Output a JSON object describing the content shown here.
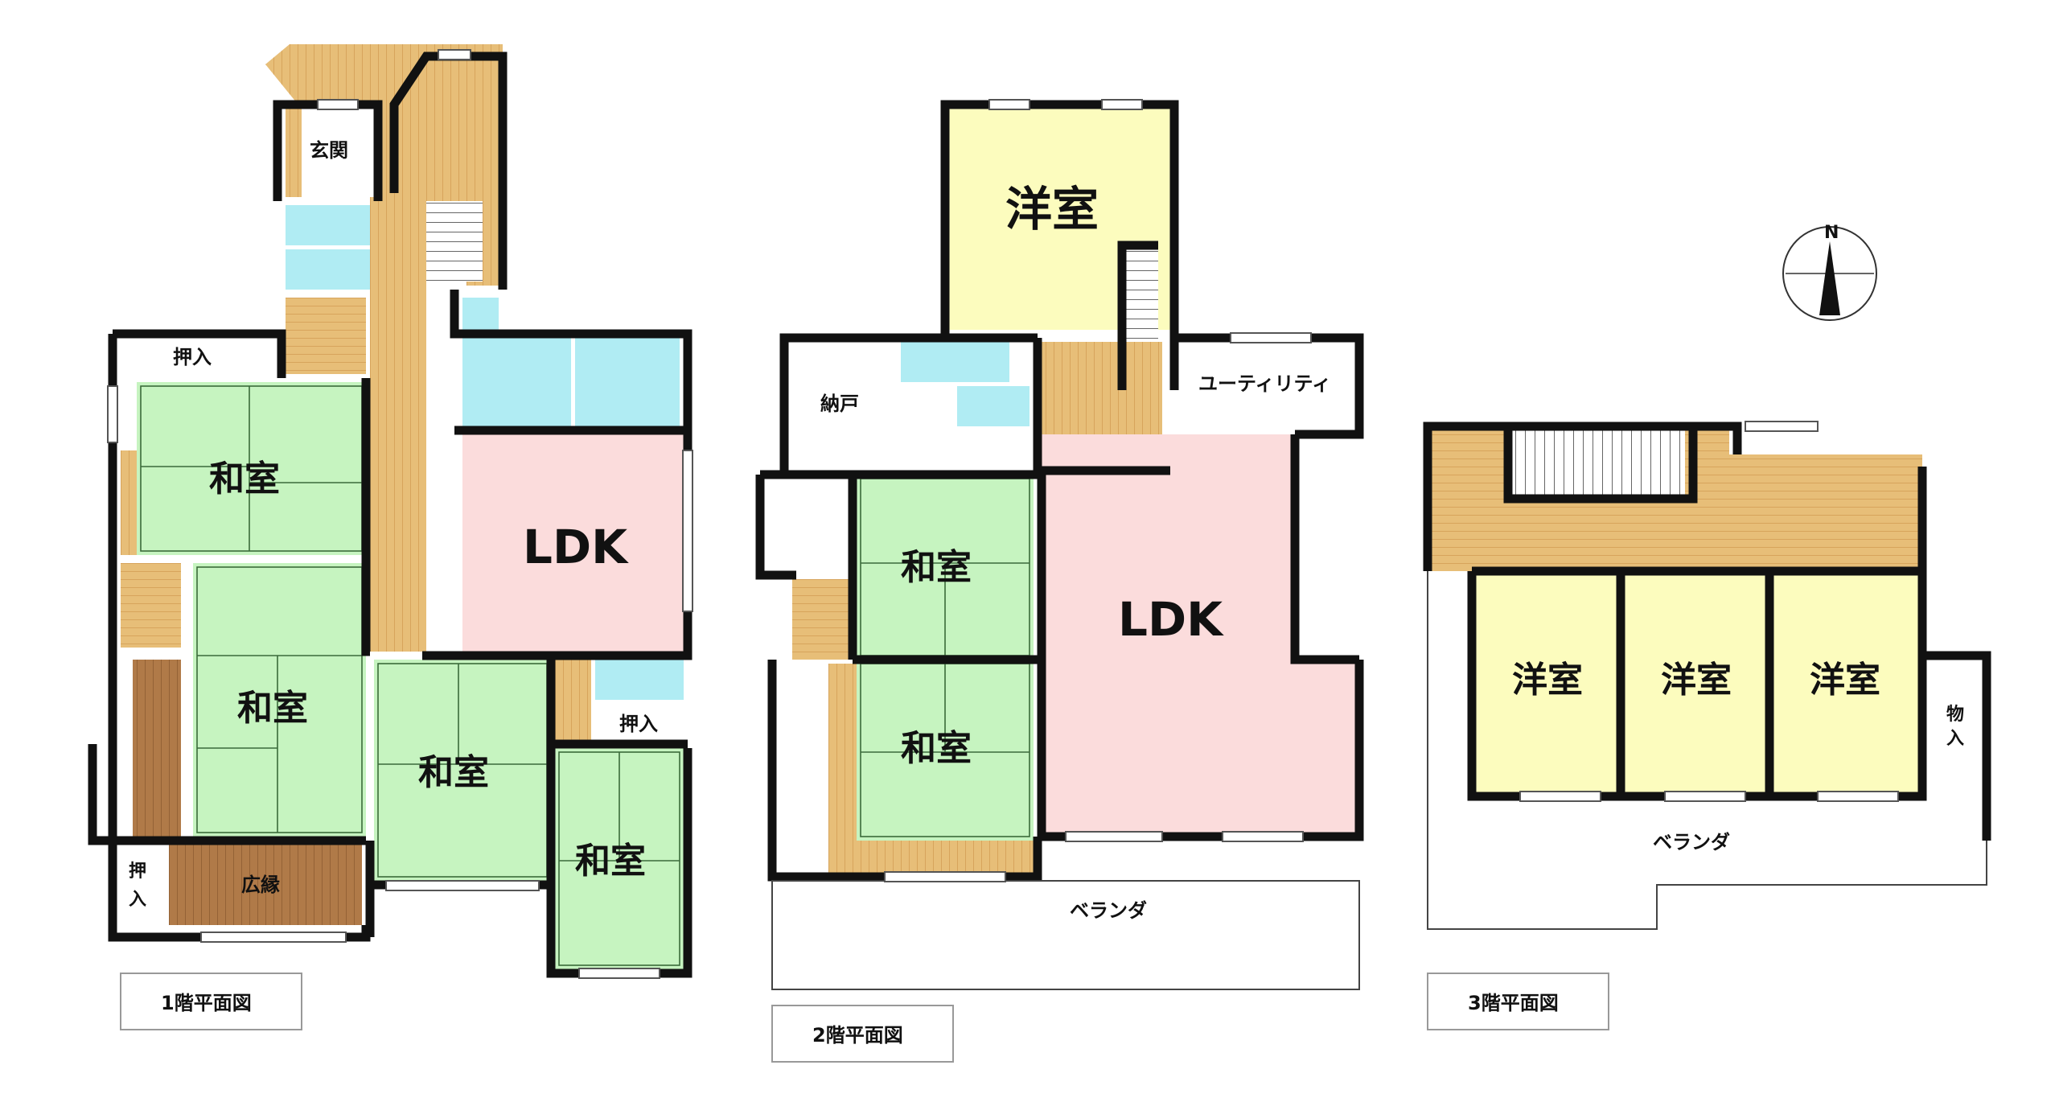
{
  "colors": {
    "washitsu": "#c6f4c0",
    "youshitsu": "#fcfcbe",
    "ldk": "#fbdcdc",
    "wood": "#e7be78",
    "wood_dark": "#b07a48",
    "water": "#b0ecf3",
    "wall": "#111111"
  },
  "floor1": {
    "caption": "1階平面図",
    "genkan": "玄関",
    "oshiire_top": "押入",
    "washitsu_1": "和室",
    "washitsu_2": "和室",
    "washitsu_3": "和室",
    "washitsu_4": "和室",
    "ldk": "LDK",
    "oshiire_mid": "押入",
    "hiroen": "広縁",
    "oshiire_side_a": "押",
    "oshiire_side_b": "入"
  },
  "floor2": {
    "caption": "2階平面図",
    "youshitsu": "洋室",
    "nando": "納戸",
    "utility": "ユーティリティ",
    "washitsu_1": "和室",
    "washitsu_2": "和室",
    "ldk": "LDK",
    "veranda": "ベランダ"
  },
  "floor3": {
    "caption": "3階平面図",
    "youshitsu_1": "洋室",
    "youshitsu_2": "洋室",
    "youshitsu_3": "洋室",
    "monoire_a": "物",
    "monoire_b": "入",
    "veranda": "ベランダ"
  },
  "compass": {
    "north": "N"
  }
}
